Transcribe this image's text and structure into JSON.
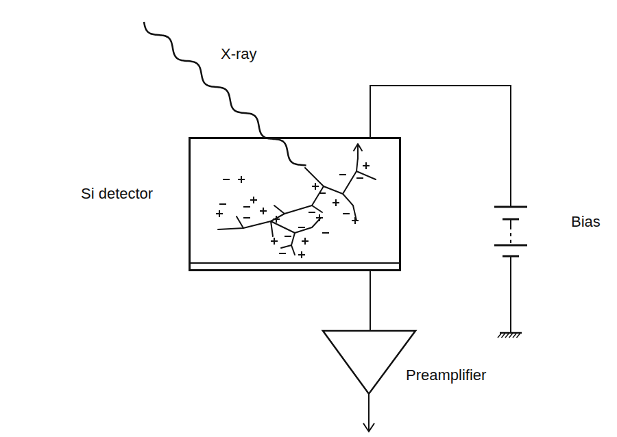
{
  "diagram": {
    "nodes": [
      {
        "text": [
          "Si detector"
        ]
      },
      {
        "text": [
          "Bias"
        ]
      },
      {
        "text": [
          "Preamplifier"
        ]
      }
    ],
    "edges": [
      {
        "from": 0,
        "to": 1,
        "arrow": "none"
      },
      {
        "from": 0,
        "to": 2,
        "arrow": "none"
      }
    ],
    "labels": [
      "X-ray"
    ]
  }
}
